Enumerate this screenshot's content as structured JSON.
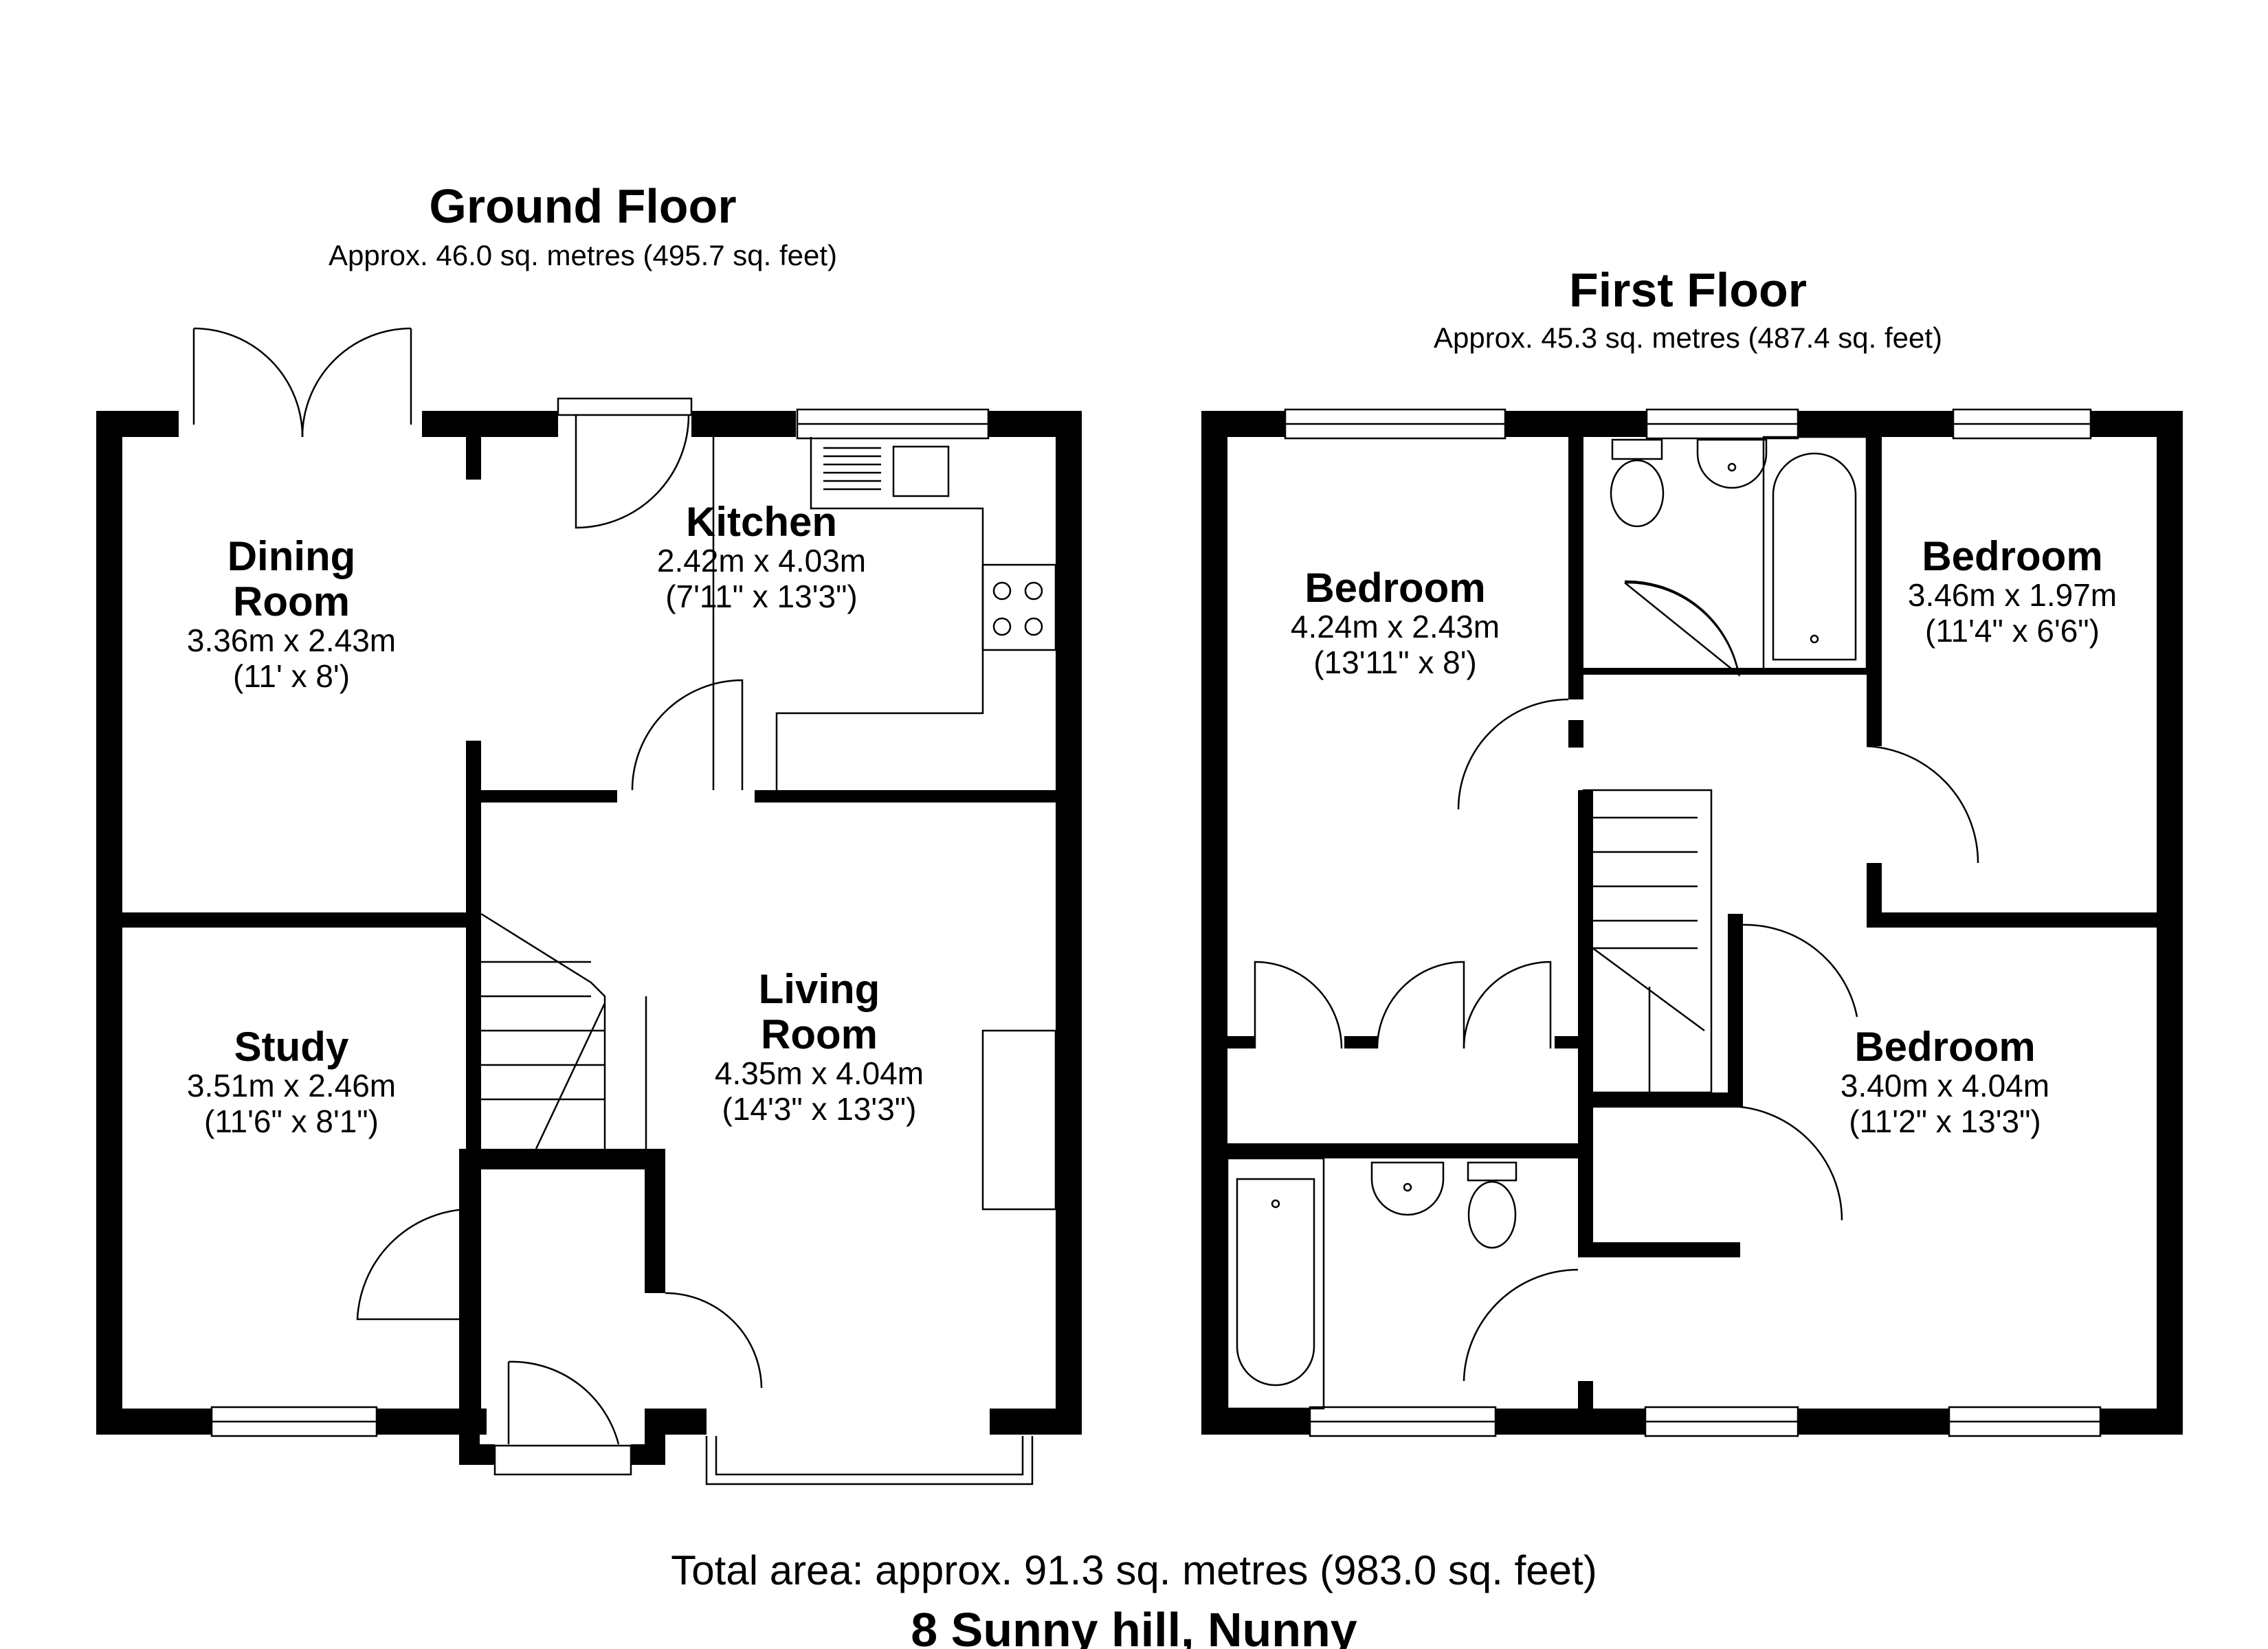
{
  "ground_floor": {
    "title": "Ground Floor",
    "area": "Approx. 46.0 sq. metres (495.7 sq. feet)",
    "rooms": [
      {
        "name_lines": [
          "Dining",
          "Room"
        ],
        "size_m": "3.36m x 2.43m",
        "size_ft": "(11' x 8')"
      },
      {
        "name_lines": [
          "Kitchen"
        ],
        "size_m": "2.42m x 4.03m",
        "size_ft": "(7'11\" x 13'3\")"
      },
      {
        "name_lines": [
          "Study"
        ],
        "size_m": "3.51m x 2.46m",
        "size_ft": "(11'6\" x 8'1\")"
      },
      {
        "name_lines": [
          "Living",
          "Room"
        ],
        "size_m": "4.35m x 4.04m",
        "size_ft": "(14'3\" x 13'3\")"
      }
    ]
  },
  "first_floor": {
    "title": "First Floor",
    "area": "Approx. 45.3 sq. metres (487.4 sq. feet)",
    "rooms": [
      {
        "name_lines": [
          "Bedroom"
        ],
        "size_m": "4.24m x 2.43m",
        "size_ft": "(13'11\" x 8')"
      },
      {
        "name_lines": [
          "Bedroom"
        ],
        "size_m": "3.46m x 1.97m",
        "size_ft": "(11'4\" x 6'6\")"
      },
      {
        "name_lines": [
          "Bedroom"
        ],
        "size_m": "3.40m x 4.04m",
        "size_ft": "(11'2\" x 13'3\")"
      }
    ]
  },
  "total_area": "Total area: approx. 91.3 sq. metres (983.0 sq. feet)",
  "address": "8 Sunny hill, Nunny"
}
